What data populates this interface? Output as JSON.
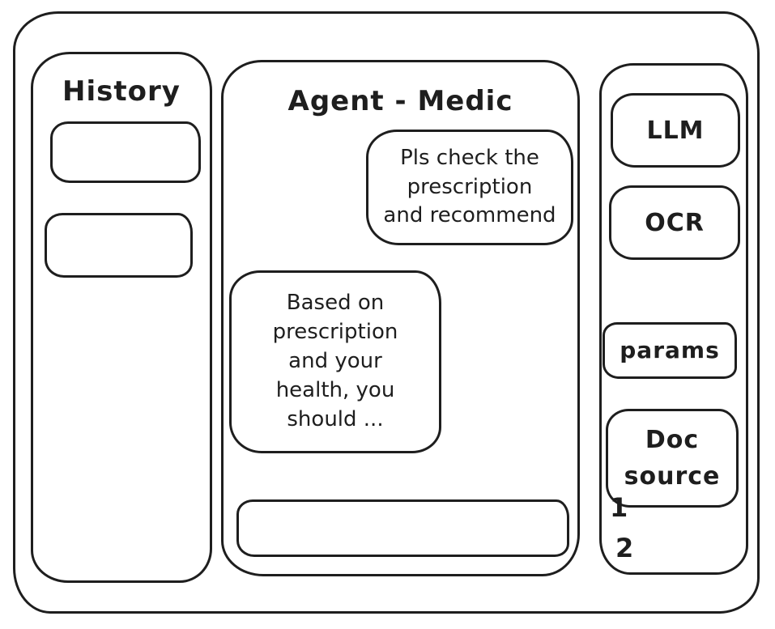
{
  "colors": {
    "stroke": "#1e1e1e",
    "background": "#ffffff"
  },
  "sidebar_left": {
    "title": "History",
    "items": [
      {
        "label": ""
      },
      {
        "label": ""
      }
    ]
  },
  "chat": {
    "title": "Agent - Medic",
    "messages": [
      {
        "role": "user",
        "text": "Pls check the\nprescription\nand recommend"
      },
      {
        "role": "assistant",
        "text": "Based on\nprescription\nand your\nhealth, you\nshould ..."
      }
    ],
    "input": {
      "value": "",
      "placeholder": ""
    }
  },
  "sidebar_right": {
    "buttons": [
      {
        "label": "LLM"
      },
      {
        "label": "OCR"
      },
      {
        "label": "params"
      },
      {
        "label": "Doc\nsource"
      }
    ],
    "footnotes": [
      "1",
      "2"
    ]
  }
}
